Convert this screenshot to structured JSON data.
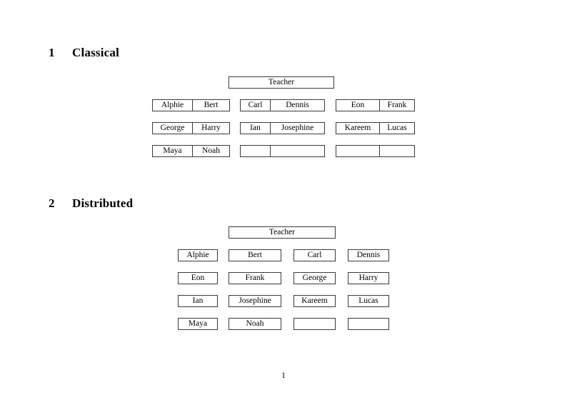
{
  "document": {
    "page_number": "1",
    "background_color": "#ffffff",
    "text_color": "#000000",
    "border_color": "#3a3a3a"
  },
  "sections": [
    {
      "number": "1",
      "title": "Classical",
      "root": {
        "label": "Teacher"
      },
      "groups": [
        {
          "rows": [
            {
              "cells": [
                {
                  "label": "Alphie"
                },
                {
                  "label": "Bert"
                }
              ]
            },
            {
              "cells": [
                {
                  "label": "George"
                },
                {
                  "label": "Harry"
                }
              ]
            },
            {
              "cells": [
                {
                  "label": "Maya"
                },
                {
                  "label": "Noah"
                }
              ]
            }
          ]
        },
        {
          "rows": [
            {
              "cells": [
                {
                  "label": "Carl"
                },
                {
                  "label": "Dennis"
                }
              ]
            },
            {
              "cells": [
                {
                  "label": "Ian"
                },
                {
                  "label": "Josephine"
                }
              ]
            },
            {
              "cells": [
                {
                  "label": ""
                },
                {
                  "label": ""
                }
              ]
            }
          ]
        },
        {
          "rows": [
            {
              "cells": [
                {
                  "label": "Eon"
                },
                {
                  "label": "Frank"
                }
              ]
            },
            {
              "cells": [
                {
                  "label": "Kareem"
                },
                {
                  "label": "Lucas"
                }
              ]
            },
            {
              "cells": [
                {
                  "label": ""
                },
                {
                  "label": ""
                }
              ]
            }
          ]
        }
      ]
    },
    {
      "number": "2",
      "title": "Distributed",
      "root": {
        "label": "Teacher"
      },
      "rows": [
        {
          "cells": [
            {
              "label": "Alphie"
            },
            {
              "label": "Bert"
            },
            {
              "label": "Carl"
            },
            {
              "label": "Dennis"
            }
          ]
        },
        {
          "cells": [
            {
              "label": "Eon"
            },
            {
              "label": "Frank"
            },
            {
              "label": "George"
            },
            {
              "label": "Harry"
            }
          ]
        },
        {
          "cells": [
            {
              "label": "Ian"
            },
            {
              "label": "Josephine"
            },
            {
              "label": "Kareem"
            },
            {
              "label": "Lucas"
            }
          ]
        },
        {
          "cells": [
            {
              "label": "Maya"
            },
            {
              "label": "Noah"
            },
            {
              "label": ""
            },
            {
              "label": ""
            }
          ]
        }
      ]
    }
  ]
}
